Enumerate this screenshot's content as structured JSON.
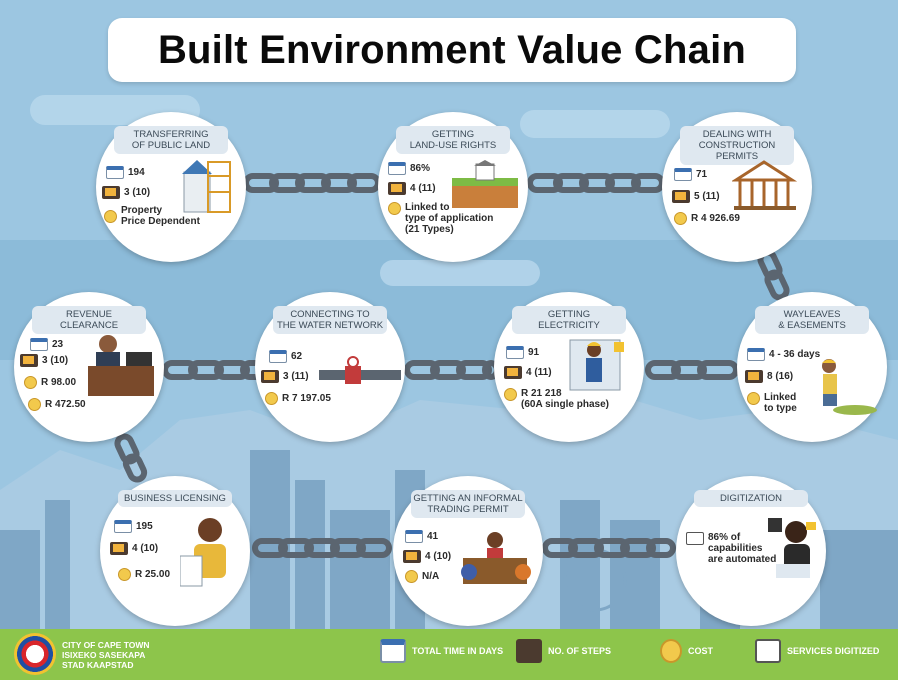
{
  "title": "Built Environment Value Chain",
  "nodes": [
    {
      "title": "TRANSFERRING\nOF PUBLIC LAND",
      "rows": [
        "194",
        "3 (10)",
        "Property\nPrice Dependent"
      ]
    },
    {
      "title": "GETTING\nLAND-USE RIGHTS",
      "rows": [
        "86%",
        "4 (11)",
        "Linked to\ntype of application\n(21 Types)"
      ]
    },
    {
      "title": "DEALING WITH\nCONSTRUCTION\nPERMITS",
      "rows": [
        "71",
        "5 (11)",
        "R 4 926.69"
      ]
    },
    {
      "title": "REVENUE\nCLEARANCE",
      "rows": [
        "23",
        "3 (10)",
        "R 98.00",
        "R 472.50"
      ]
    },
    {
      "title": "CONNECTING TO\nTHE WATER NETWORK",
      "rows": [
        "62",
        "3 (11)",
        "R 7 197.05"
      ]
    },
    {
      "title": "GETTING\nELECTRICITY",
      "rows": [
        "91",
        "4 (11)",
        "R 21 218\n(60A single phase)"
      ]
    },
    {
      "title": "WAYLEAVES\n& EASEMENTS",
      "rows": [
        "4 - 36 days",
        "8 (16)",
        "Linked\nto type"
      ]
    },
    {
      "title": "BUSINESS LICENSING",
      "rows": [
        "195",
        "4  (10)",
        "R 25.00"
      ]
    },
    {
      "title": "GETTING AN INFORMAL\nTRADING PERMIT",
      "rows": [
        "41",
        "4 (10)",
        "N/A"
      ]
    },
    {
      "title": "DIGITIZATION",
      "rows": [
        "86% of\ncapabilities\nare automated"
      ]
    }
  ],
  "footer": {
    "org": "CITY OF CAPE TOWN\nISIXEKO SASEKAPA\nSTAD KAAPSTAD",
    "legend": [
      "TOTAL TIME IN DAYS",
      "NO. OF STEPS",
      "COST",
      "SERVICES DIGITIZED"
    ]
  },
  "colors": {
    "sky": "#9cc6e1",
    "chain": "#5b6570",
    "footer": "#8dc54b",
    "city": "#7fa7c6"
  },
  "icons": [
    "calendar-icon",
    "tablet-steps-icon",
    "coins-icon",
    "laptop-icon"
  ]
}
